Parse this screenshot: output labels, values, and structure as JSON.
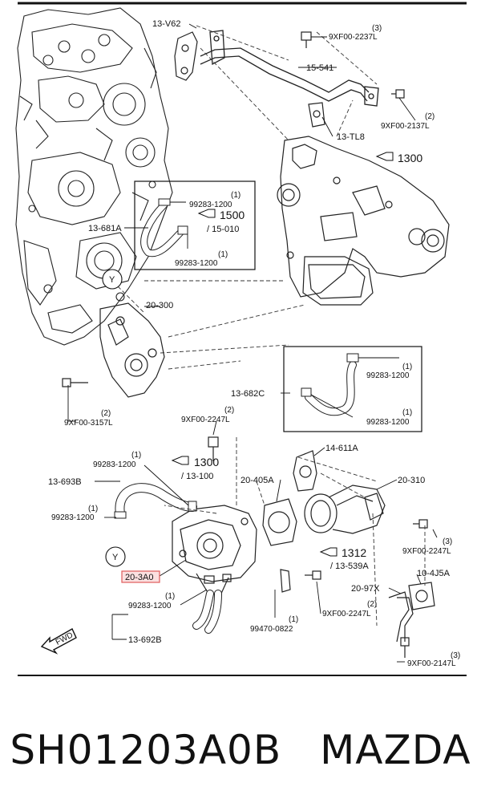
{
  "footer": {
    "part_number": "SH01203A0B",
    "brand": "MAZDA"
  },
  "labels": {
    "l_13v62": "13-V62",
    "l_15541": "15-541",
    "l_13tl8": "13-TL8",
    "l_bolt_top": "9XF00-2237L",
    "l_bolt_top_qty": "(3)",
    "l_bolt_2137": "9XF00-2137L",
    "l_bolt_2137_qty": "(2)",
    "l_1300a": "1300",
    "l_13681a": "13-681A",
    "l_clamp_a": "99283-1200",
    "l_clamp_a_qty": "(1)",
    "l_1500": "1500",
    "l_15010": "/ 15-010",
    "l_clamp_b": "99283-1200",
    "l_clamp_b_qty": "(1)",
    "l_y_top": "Y",
    "l_20300": "20-300",
    "l_bolt_3157": "9XF00-3157L",
    "l_bolt_3157_qty": "(2)",
    "l_13682c": "13-682C",
    "l_clamp_c": "99283-1200",
    "l_clamp_c_qty": "(1)",
    "l_clamp_d": "99283-1200",
    "l_clamp_d_qty": "(1)",
    "l_bolt_2247_top": "9XF00-2247L",
    "l_bolt_2247_top_qty": "(2)",
    "l_clamp_e": "99283-1200",
    "l_clamp_e_qty": "(1)",
    "l_1300b": "1300",
    "l_13100": "/ 13-100",
    "l_13693b": "13-693B",
    "l_clamp_f": "99283-1200",
    "l_clamp_f_qty": "(1)",
    "l_y_bottom": "Y",
    "l_203a0": "20-3A0",
    "l_14611a": "14-611A",
    "l_20405a": "20-405A",
    "l_20310": "20-310",
    "l_bolt_2247_right": "9XF00-2247L",
    "l_bolt_2247_right_qty": "(3)",
    "l_1312": "1312",
    "l_13539a": "/ 13-539A",
    "l_104j5a": "10-4J5A",
    "l_2097x": "20-97X",
    "l_bolt_2247_mid": "9XF00-2247L",
    "l_bolt_2247_mid_qty": "(2)",
    "l_clamp_g": "99283-1200",
    "l_clamp_g_qty": "(1)",
    "l_13692b": "13-692B",
    "l_99470": "99470-0822",
    "l_99470_qty": "(1)",
    "l_bolt_2147": "9XF00-2147L",
    "l_bolt_2147_qty": "(3)",
    "l_fwd": "FWD"
  },
  "colors": {
    "line": "#111111",
    "highlight": "#e05a5a",
    "highlight_fill": "#fbe0e0"
  }
}
